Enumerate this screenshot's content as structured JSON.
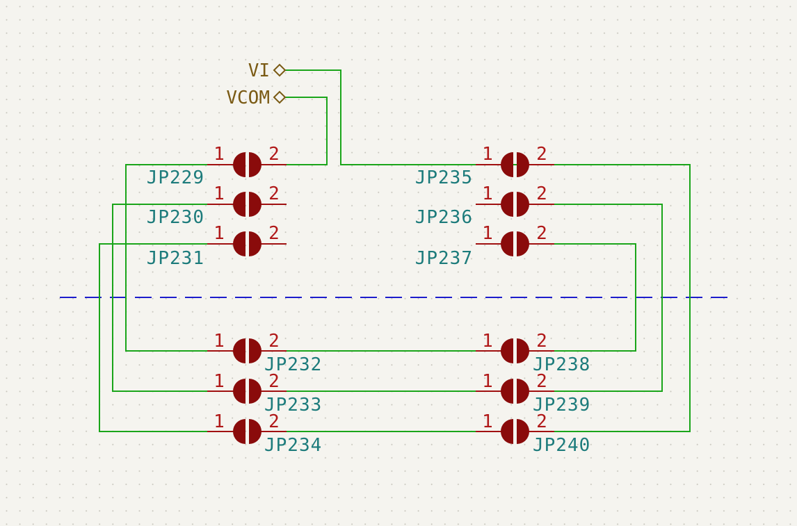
{
  "net_labels": [
    {
      "id": "vi",
      "text": "VI"
    },
    {
      "id": "vcom",
      "text": "VCOM"
    }
  ],
  "jumpers": [
    {
      "ref": "JP229",
      "pin1": "1",
      "pin2": "2"
    },
    {
      "ref": "JP230",
      "pin1": "1",
      "pin2": "2"
    },
    {
      "ref": "JP231",
      "pin1": "1",
      "pin2": "2"
    },
    {
      "ref": "JP235",
      "pin1": "1",
      "pin2": "2"
    },
    {
      "ref": "JP236",
      "pin1": "1",
      "pin2": "2"
    },
    {
      "ref": "JP237",
      "pin1": "1",
      "pin2": "2"
    },
    {
      "ref": "JP232",
      "pin1": "1",
      "pin2": "2"
    },
    {
      "ref": "JP233",
      "pin1": "1",
      "pin2": "2"
    },
    {
      "ref": "JP234",
      "pin1": "1",
      "pin2": "2"
    },
    {
      "ref": "JP238",
      "pin1": "1",
      "pin2": "2"
    },
    {
      "ref": "JP239",
      "pin1": "1",
      "pin2": "2"
    },
    {
      "ref": "JP240",
      "pin1": "1",
      "pin2": "2"
    }
  ],
  "colors": {
    "background": "#f5f4ef",
    "grid_dot": "#c8c6bd",
    "wire": "#1aa51a",
    "symbol": "#8a0b0b",
    "pin_number": "#b01818",
    "reference": "#1c7b7b",
    "net_label": "#7a5a14",
    "divider": "#1c1ccc"
  }
}
